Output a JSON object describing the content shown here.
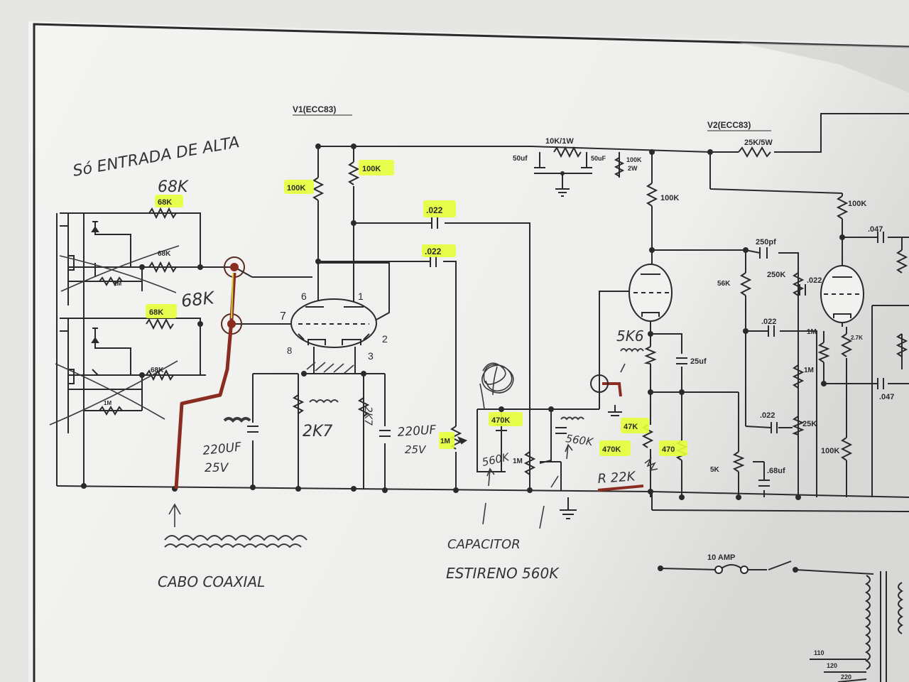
{
  "colors": {
    "paper": "#f1f1ef",
    "ink": "#2a2a2a",
    "pencil": "#3a3a3a",
    "highlight": "#e6ff3a",
    "wire_red": "#8b2c22"
  },
  "tubes": {
    "v1": "V1(ECC83)",
    "v2": "V2(ECC83)",
    "v1_pins": [
      "6",
      "1",
      "7",
      "2",
      "8",
      "3"
    ]
  },
  "printed": {
    "r_10k1w": "10K/1W",
    "c_50uf_a": "50uf",
    "c_50uf_b": "50uF",
    "r_100k2w": "100K",
    "r_100k2w_sub": "2W",
    "r_25k5w": "25K/5W",
    "r_100k_mid": "100K",
    "r_100k_right": "100K",
    "c_047_top": ".047",
    "c_250pf": "250pf",
    "r_56k": "56K",
    "r_250k": "250K",
    "c_022_a": ".022",
    "c_022_b": ".022",
    "c_022_c": ".022",
    "r_1m_a": "1M",
    "r_1m_b": "1M",
    "r_1m_c": "1M",
    "r_27k": "2.7K",
    "c_25uf": "25uf",
    "r_5k": "5K",
    "c_68uf": ".68uf",
    "r_25k": "25K",
    "r_100k_bottom": "100K",
    "c_047_bottom": ".047",
    "r_68k_strike": "68K",
    "r_68k_strike2": "68K",
    "r_1m_in_a": "1M",
    "r_1m_in_b": "1M",
    "switch_10amp": "10 AMP",
    "tap_110": "110",
    "tap_120": "120",
    "tap_220": "220"
  },
  "highlighted": {
    "r_68k_top": "68K",
    "r_68k_mid": "68K",
    "r_100k_left": "100K",
    "r_100k_plate": "100K",
    "c_022_top": ".022",
    "c_022_mid": ".022",
    "r_1m_vol": "1M",
    "r_470k_a": "470K",
    "r_470k_b": "470K",
    "r_47k": "47K",
    "r_470": "470"
  },
  "handwritten": {
    "note_top": "Só ENTRADA DE ALTA",
    "note_68k_a": "68K",
    "note_68k_b": "68K",
    "note_220uf_left": "220UF",
    "note_25v_left": "25V",
    "note_2k7_a": "2K7",
    "note_2k7_b": "2K7",
    "note_220uf_right": "220UF",
    "note_25v_right": "25V",
    "note_560k_a": "560K",
    "note_560k_b": "560K",
    "note_5k6": "5K6",
    "note_r22k": "R 22K",
    "note_cabo": "CABO COAXIAL",
    "note_capacitor": "CAPACITOR",
    "note_estireno": "ESTIRENO 560K"
  }
}
